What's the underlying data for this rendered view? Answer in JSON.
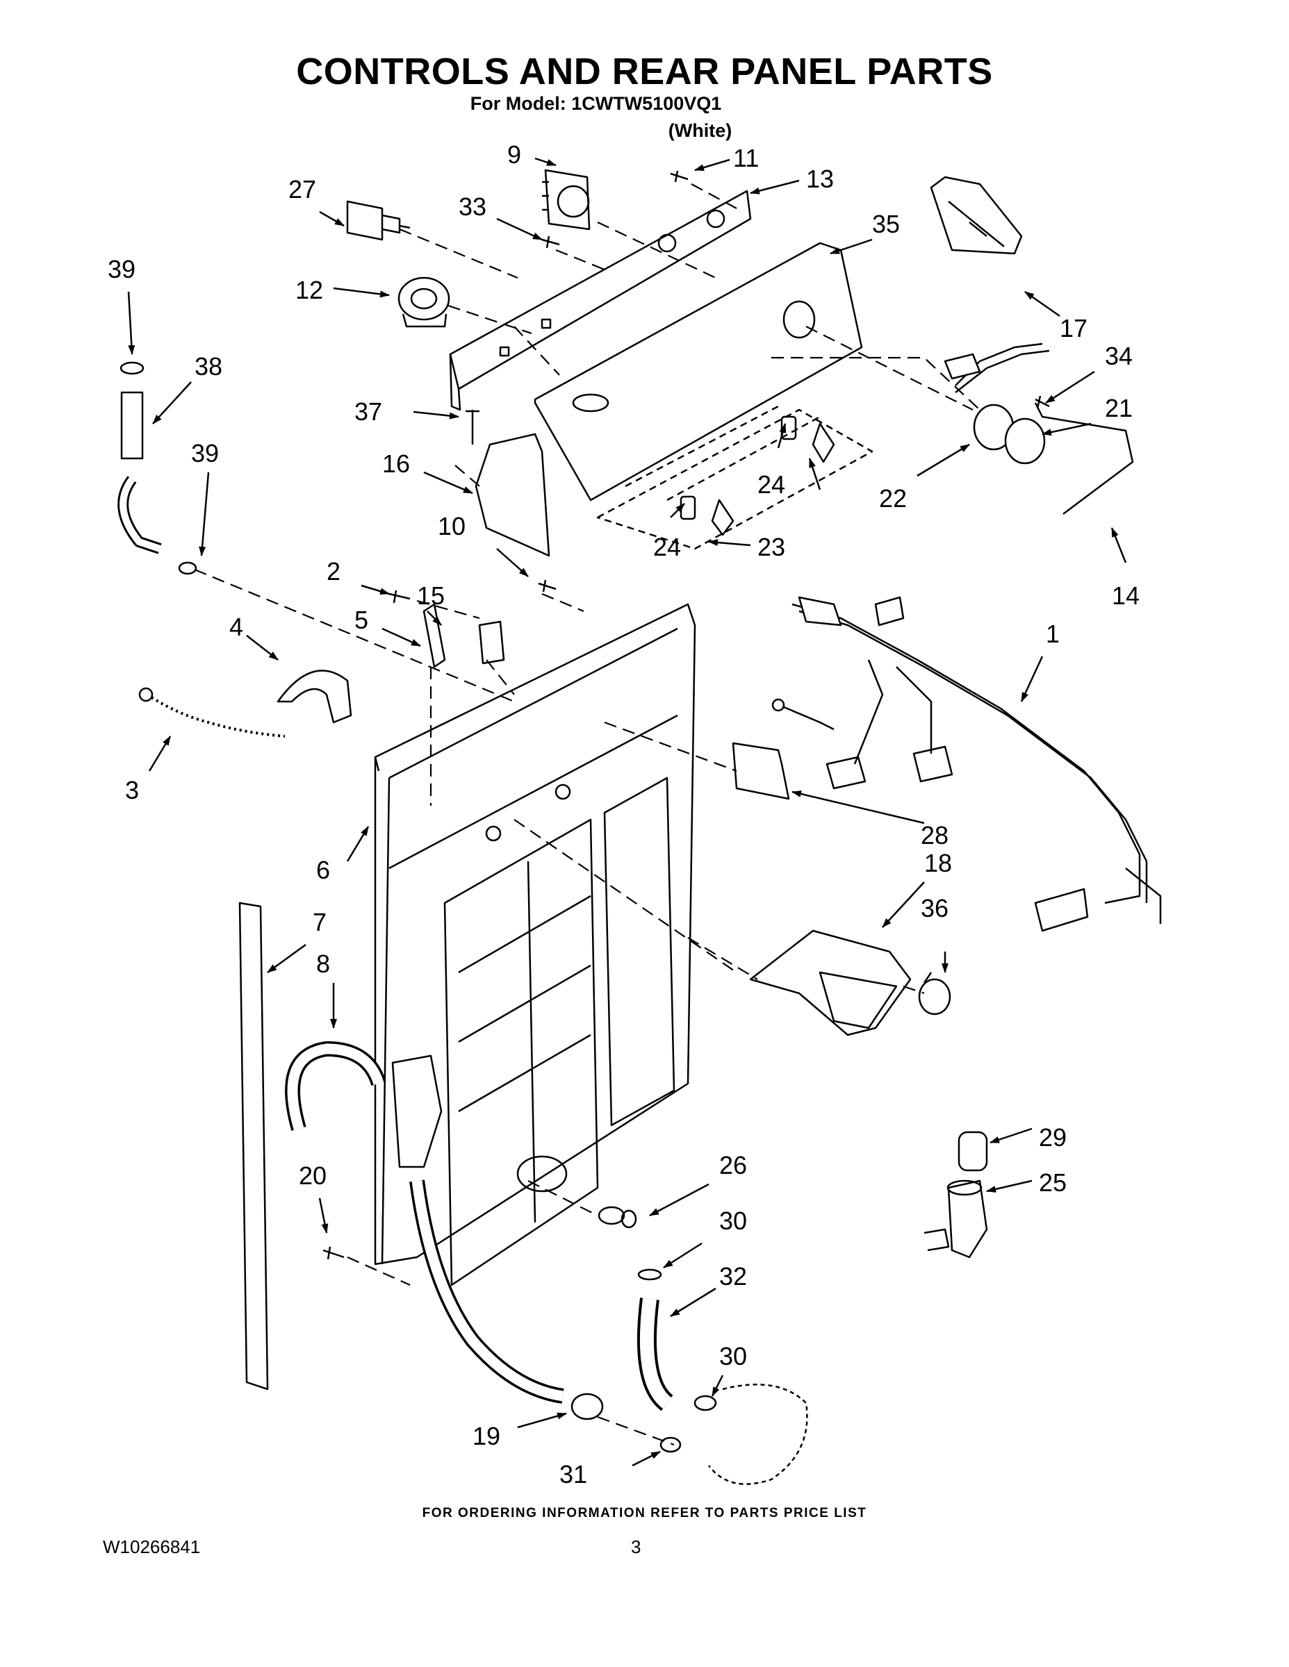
{
  "header": {
    "title": "CONTROLS AND REAR PANEL PARTS",
    "model_line": "For Model: 1CWTW5100VQ1",
    "color_line": "(White)"
  },
  "callouts": [
    "1",
    "2",
    "3",
    "4",
    "5",
    "6",
    "7",
    "8",
    "9",
    "10",
    "11",
    "12",
    "13",
    "14",
    "15",
    "16",
    "17",
    "18",
    "19",
    "20",
    "21",
    "22",
    "23",
    "24",
    "24",
    "25",
    "26",
    "27",
    "28",
    "29",
    "30",
    "30",
    "31",
    "32",
    "33",
    "34",
    "35",
    "36",
    "37",
    "38",
    "39",
    "39"
  ],
  "footer": {
    "ordering_note": "FOR ORDERING INFORMATION REFER TO PARTS PRICE LIST",
    "document_number": "W10266841",
    "page_number": "3"
  }
}
